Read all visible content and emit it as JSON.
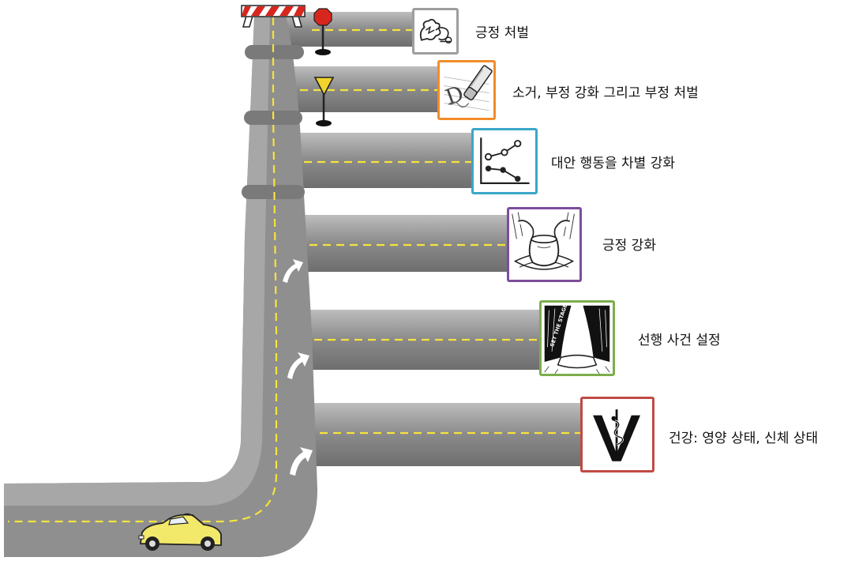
{
  "steps": [
    {
      "label": "긍정 처벌",
      "border_color": "#9e9e9e",
      "icon": "scribble-punishment-icon"
    },
    {
      "label": "소거, 부정 강화 그리고 부정 처벌",
      "border_color": "#f28c2b",
      "icon": "eraser-icon"
    },
    {
      "label": "대안 행동을 차별 강화",
      "border_color": "#3aa7c8",
      "icon": "line-chart-icon"
    },
    {
      "label": "긍정 강화",
      "border_color": "#7d4e9c",
      "icon": "pottery-hands-icon"
    },
    {
      "label": "선행 사건 설정",
      "border_color": "#7cae4c",
      "icon": "set-the-stage-icon"
    },
    {
      "label": "건강: 영양 상태, 신체 상태",
      "border_color": "#c04a44",
      "icon": "veterinary-caduceus-icon"
    }
  ],
  "stage_text": "SET THE STAGE",
  "colors": {
    "road": "#8d8d8d",
    "road_dark": "#6f6f6f",
    "lane": "#f6e43c",
    "car": "#f2e86a"
  }
}
